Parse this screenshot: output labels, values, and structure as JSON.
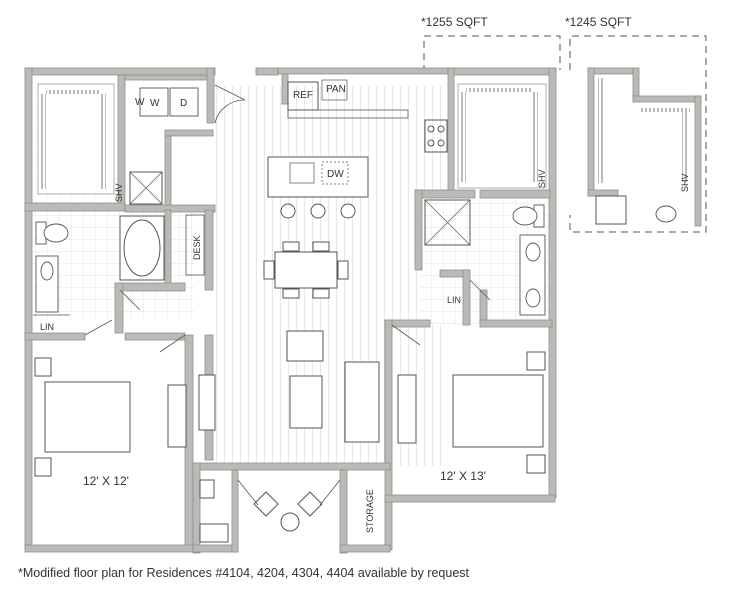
{
  "options": {
    "sqft_1255": "*1255 SQFT",
    "sqft_1245": "*1245 SQFT"
  },
  "labels": {
    "washer": "W",
    "dryer": "D",
    "ref": "REF",
    "pan": "PAN",
    "dw": "DW",
    "shv": "SHV",
    "desk": "DESK",
    "lin": "LIN",
    "storage": "STORAGE",
    "bedroom_left_size": "12' X 12'",
    "bedroom_right_size": "12' X 13'"
  },
  "footer": {
    "note": "*Modified floor plan for Residences #4104, 4204, 4304, 4404  available by request"
  },
  "colors": {
    "wall": "#b9bbb6",
    "wall_stroke": "#8e908b",
    "line": "#5a5a5a",
    "dash": "#555555"
  }
}
